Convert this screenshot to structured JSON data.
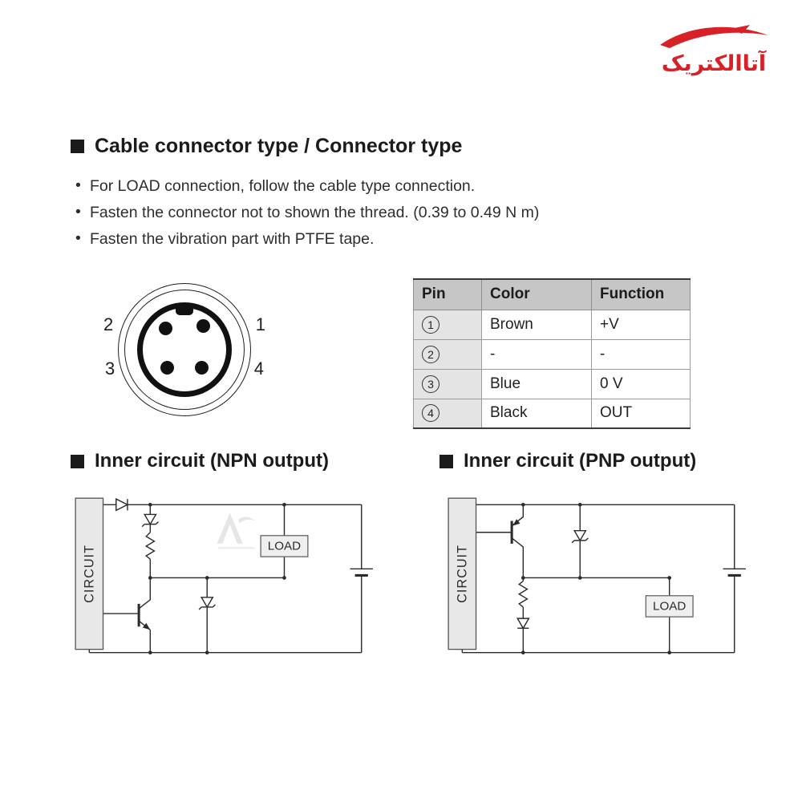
{
  "logo": {
    "text": "آتاالکتریک",
    "accent_color": "#d92027"
  },
  "connector_section": {
    "title": "Cable connector type / Connector type",
    "bullets": [
      "For LOAD connection, follow the cable type connection.",
      "Fasten the connector not to shown the thread. (0.39 to 0.49 N m)",
      "Fasten the vibration part with PTFE tape."
    ]
  },
  "connector_diagram": {
    "pin_top_left": "2",
    "pin_top_right": "1",
    "pin_bottom_left": "3",
    "pin_bottom_right": "4"
  },
  "pin_table": {
    "headers": [
      "Pin",
      "Color",
      "Function"
    ],
    "rows": [
      {
        "pin": "1",
        "color": "Brown",
        "function": "+V"
      },
      {
        "pin": "2",
        "color": "-",
        "function": "-"
      },
      {
        "pin": "3",
        "color": "Blue",
        "function": "0 V"
      },
      {
        "pin": "4",
        "color": "Black",
        "function": "OUT"
      }
    ]
  },
  "npn_section": {
    "title": "Inner circuit (NPN output)"
  },
  "pnp_section": {
    "title": "Inner circuit (PNP output)"
  },
  "circuit_labels": {
    "box": "CIRCUIT",
    "load": "LOAD"
  }
}
